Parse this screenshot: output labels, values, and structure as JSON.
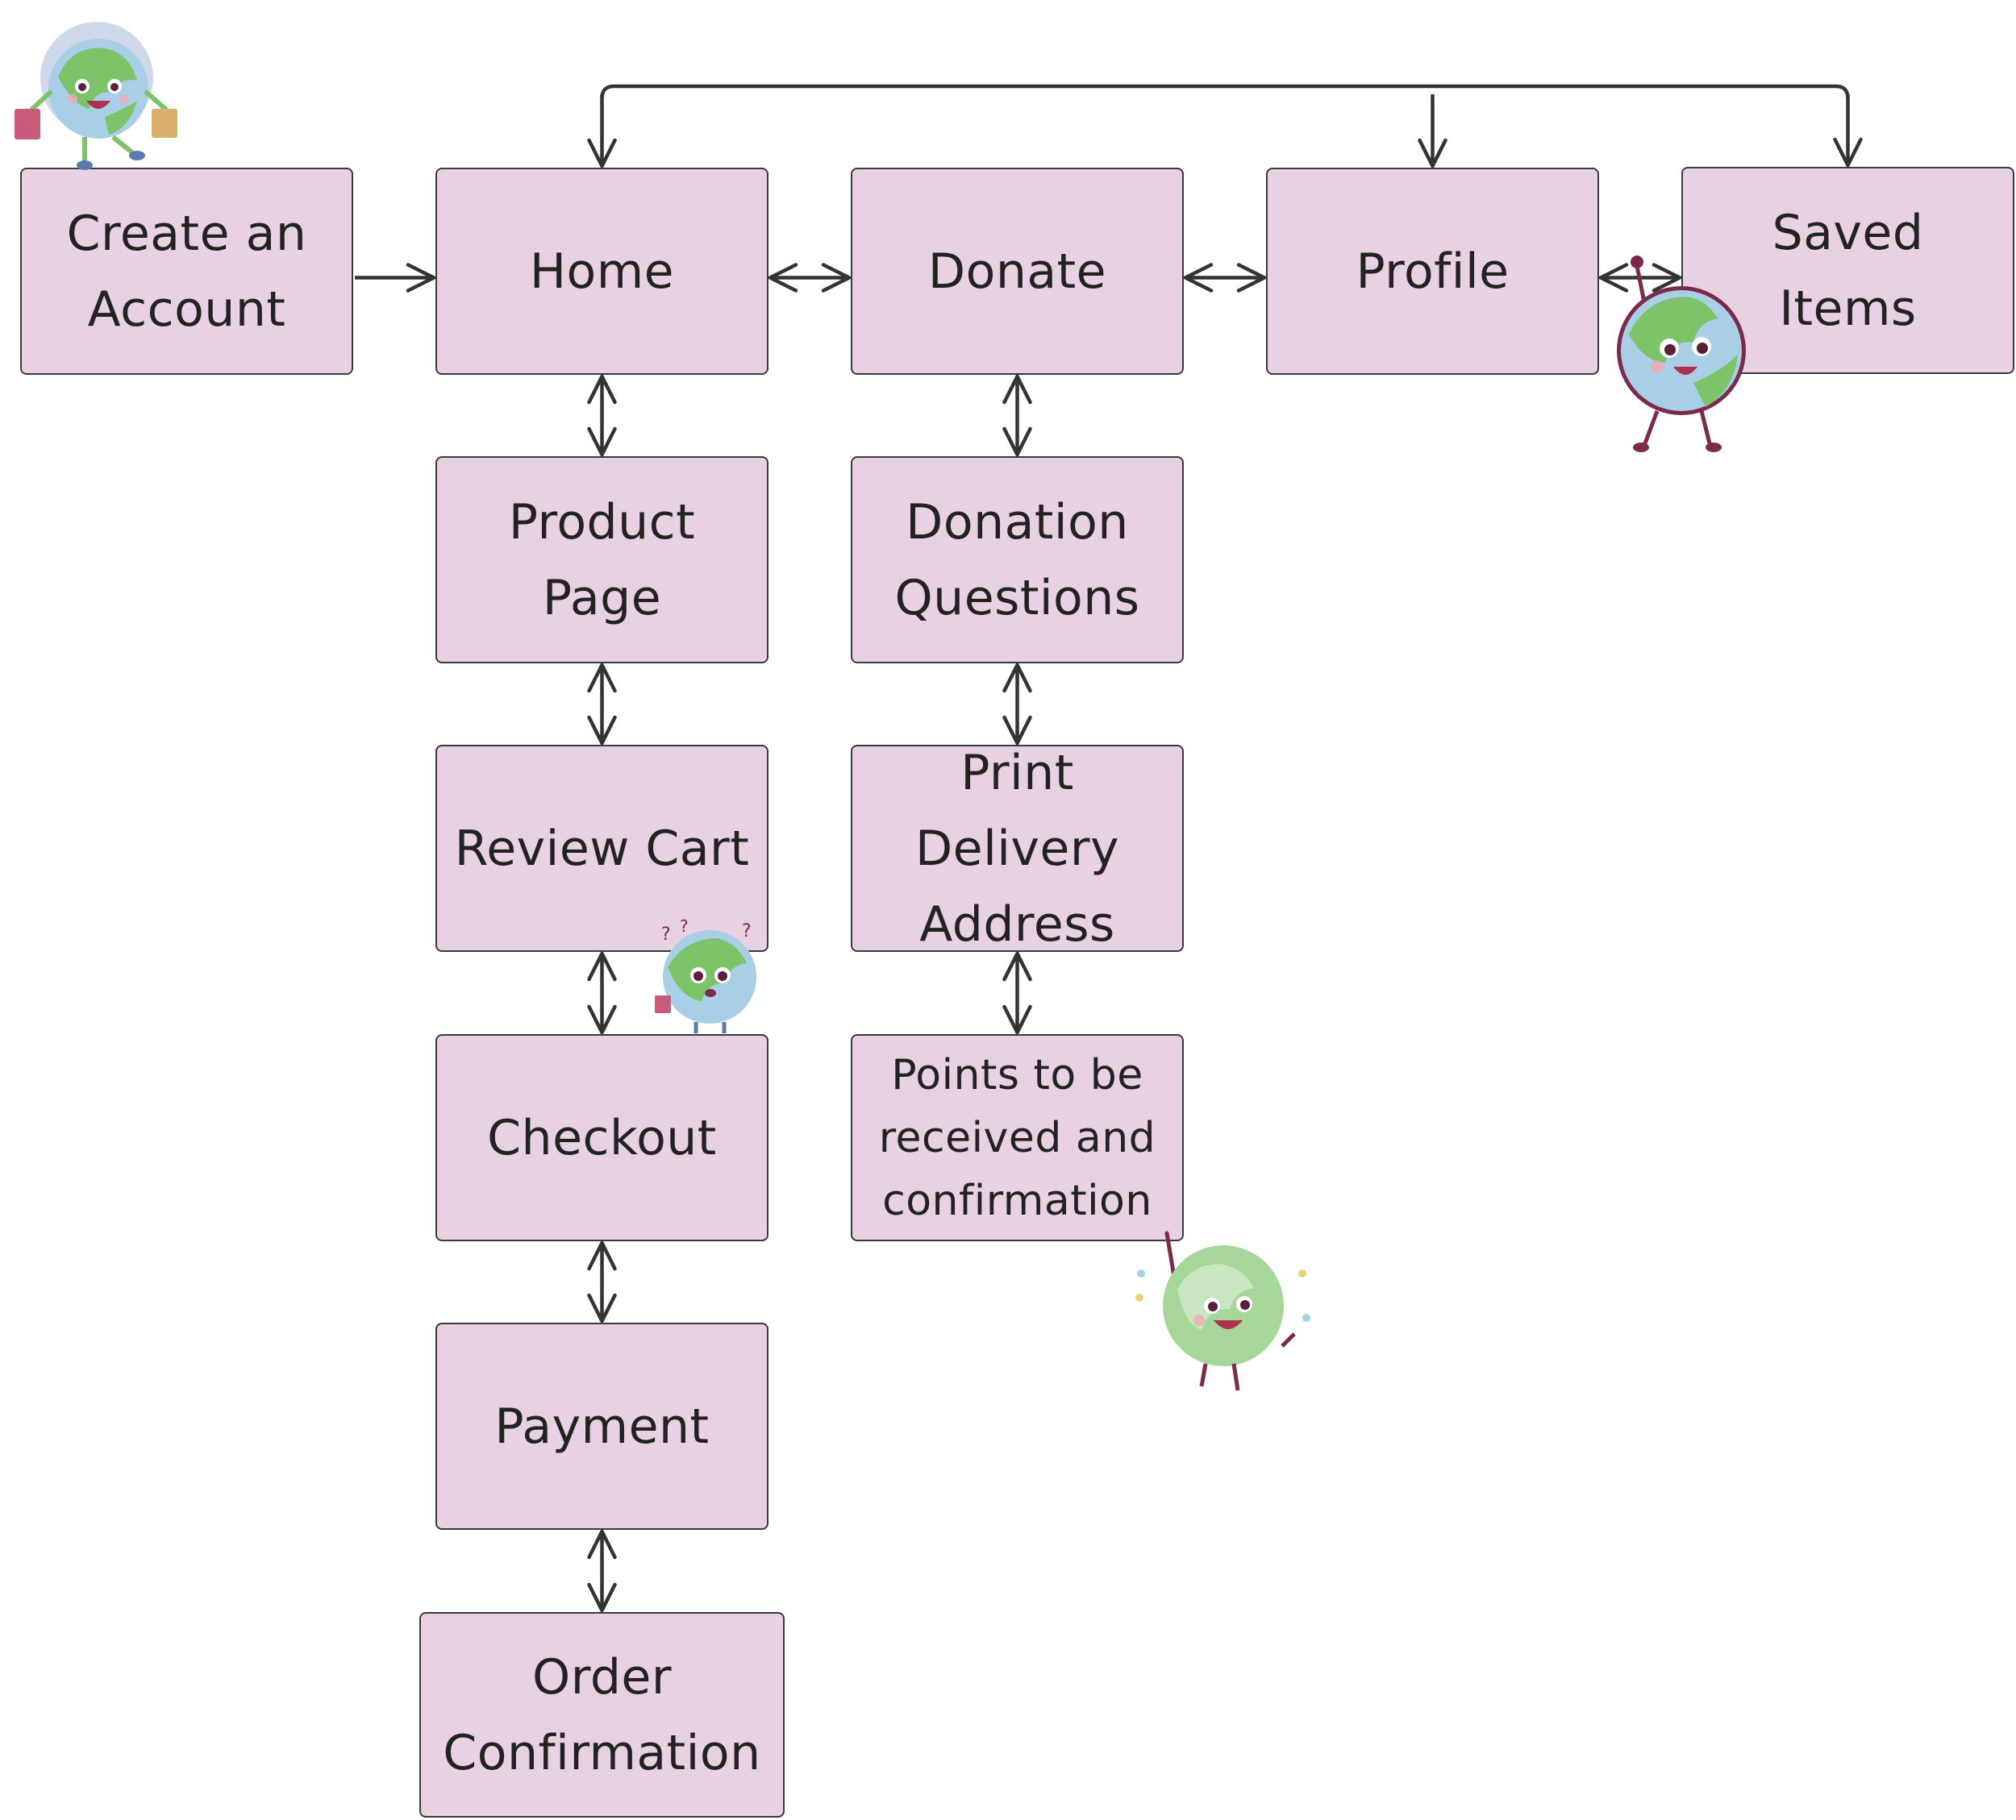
{
  "colors": {
    "node_fill": "#e8d1e2",
    "node_border": "#3a3a3a",
    "arrow": "#333333",
    "text": "#222222",
    "mascot_green": "#7cc36a",
    "mascot_blue": "#a9cfe6"
  },
  "nodes": [
    {
      "id": "create-account",
      "label": "Create an\nAccount"
    },
    {
      "id": "home",
      "label": "Home"
    },
    {
      "id": "donate",
      "label": "Donate"
    },
    {
      "id": "profile",
      "label": "Profile"
    },
    {
      "id": "saved-items",
      "label": "Saved\nItems"
    },
    {
      "id": "product-page",
      "label": "Product\nPage"
    },
    {
      "id": "donation-questions",
      "label": "Donation\nQuestions"
    },
    {
      "id": "review-cart",
      "label": "Review Cart"
    },
    {
      "id": "print-delivery-address",
      "label": "Print Delivery\nAddress"
    },
    {
      "id": "checkout",
      "label": "Checkout"
    },
    {
      "id": "points-confirmation",
      "label": "Points to be\nreceived and\nconfirmation"
    },
    {
      "id": "payment",
      "label": "Payment"
    },
    {
      "id": "order-confirmation",
      "label": "Order\nConfirmation"
    }
  ],
  "edges": [
    {
      "from": "create-account",
      "to": "home",
      "direction": "forward"
    },
    {
      "from": "home",
      "to": "donate",
      "direction": "both"
    },
    {
      "from": "donate",
      "to": "profile",
      "direction": "both"
    },
    {
      "from": "profile",
      "to": "saved-items",
      "direction": "both"
    },
    {
      "from": "home",
      "to": "product-page",
      "direction": "both"
    },
    {
      "from": "product-page",
      "to": "review-cart",
      "direction": "both"
    },
    {
      "from": "review-cart",
      "to": "checkout",
      "direction": "both"
    },
    {
      "from": "checkout",
      "to": "payment",
      "direction": "both"
    },
    {
      "from": "payment",
      "to": "order-confirmation",
      "direction": "both"
    },
    {
      "from": "donate",
      "to": "donation-questions",
      "direction": "both"
    },
    {
      "from": "donation-questions",
      "to": "print-delivery-address",
      "direction": "both"
    },
    {
      "from": "print-delivery-address",
      "to": "points-confirmation",
      "direction": "both"
    },
    {
      "from": "top-bus",
      "to": "home",
      "direction": "forward"
    },
    {
      "from": "top-bus",
      "to": "profile",
      "direction": "forward"
    },
    {
      "from": "top-bus",
      "to": "saved-items",
      "direction": "forward"
    }
  ],
  "mascots": [
    {
      "id": "mascot-shopping",
      "icon": "earth-mascot-shopping-icon"
    },
    {
      "id": "mascot-waving-top",
      "icon": "earth-mascot-waving-icon"
    },
    {
      "id": "mascot-confused",
      "icon": "earth-mascot-confused-icon"
    },
    {
      "id": "mascot-waving-bottom",
      "icon": "earth-mascot-waving-icon"
    }
  ]
}
